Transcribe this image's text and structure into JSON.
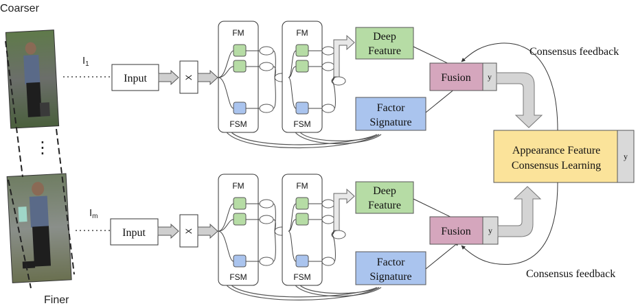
{
  "labels": {
    "coarser": "Coarser",
    "finer": "Finer",
    "ellipsis": "⋮",
    "consensus_top": "Consensus feedback",
    "consensus_bottom": "Consensus feedback"
  },
  "branch_top": {
    "image_label": "I",
    "image_subscript": "1",
    "input": "Input",
    "x": "X",
    "fm1": "FM",
    "fsm1": "FSM",
    "fm2": "FM",
    "fsm2": "FSM",
    "deep_feature_l1": "Deep",
    "deep_feature_l2": "Feature",
    "factor_signature_l1": "Factor",
    "factor_signature_l2": "Signature",
    "fusion": "Fusion",
    "y": "y"
  },
  "branch_bottom": {
    "image_label": "I",
    "image_subscript": "m",
    "input": "Input",
    "x": "X",
    "fm1": "FM",
    "fsm1": "FSM",
    "fm2": "FM",
    "fsm2": "FSM",
    "deep_feature_l1": "Deep",
    "deep_feature_l2": "Feature",
    "factor_signature_l1": "Factor",
    "factor_signature_l2": "Signature",
    "fusion": "Fusion",
    "y": "y"
  },
  "consensus": {
    "line1": "Appearance Feature",
    "line2": "Consensus Learning",
    "y": "y"
  },
  "colors": {
    "green": "#b6dca5",
    "blue": "#aac4ee",
    "pink": "#d5a6bd",
    "yellow": "#fbe39a",
    "gray": "#d9d9d9"
  }
}
